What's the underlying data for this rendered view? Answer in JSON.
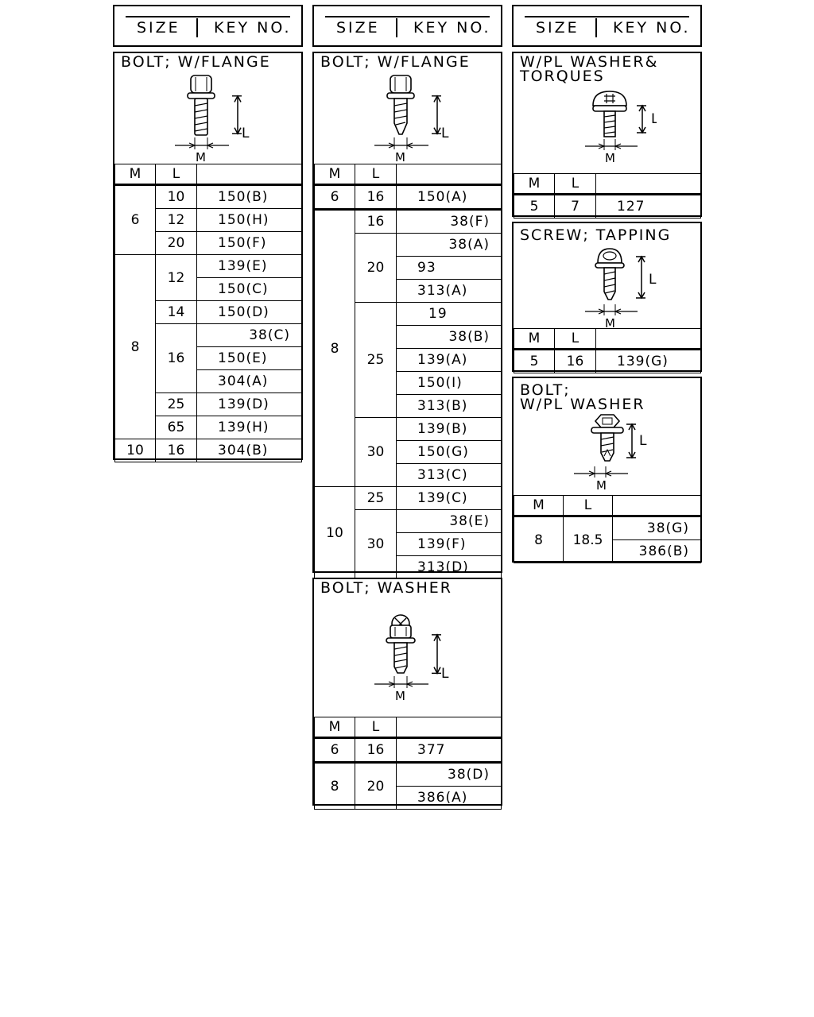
{
  "header": {
    "size_label": "SIZE",
    "key_label": "KEY NO."
  },
  "tables": {
    "m_label": "M",
    "l_label": "L"
  },
  "col1": {
    "bolt_flange": {
      "title": "BOLT; W/FLANGE",
      "rows": [
        {
          "m": "6",
          "l": "10",
          "key": "150(B)"
        },
        {
          "l": "12",
          "key": "150(H)"
        },
        {
          "l": "20",
          "key": "150(F)"
        },
        {
          "m": "8",
          "l": "12",
          "key": "139(E)"
        },
        {
          "key": "150(C)"
        },
        {
          "l": "14",
          "key": "150(D)"
        },
        {
          "l": "16",
          "key": "38(C)"
        },
        {
          "key": "150(E)"
        },
        {
          "key": "304(A)"
        },
        {
          "l": "25",
          "key": "139(D)"
        },
        {
          "l": "65",
          "key": "139(H)"
        },
        {
          "m": "10",
          "l": "16",
          "key": "304(B)"
        }
      ]
    }
  },
  "col2": {
    "bolt_flange": {
      "title": "BOLT; W/FLANGE",
      "rows": [
        {
          "m": "6",
          "l": "16",
          "key": "150(A)"
        },
        {
          "m": "8",
          "l": "16",
          "key": "38(F)"
        },
        {
          "l": "20",
          "key": "38(A)"
        },
        {
          "key": "93"
        },
        {
          "key": "313(A)"
        },
        {
          "l": "25",
          "key": "19"
        },
        {
          "key": "38(B)"
        },
        {
          "key": "139(A)"
        },
        {
          "key": "150(I)"
        },
        {
          "key": "313(B)"
        },
        {
          "l": "30",
          "key": "139(B)"
        },
        {
          "key": "150(G)"
        },
        {
          "key": "313(C)"
        },
        {
          "m": "10",
          "l": "25",
          "key": "139(C)"
        },
        {
          "l": "30",
          "key": "38(E)"
        },
        {
          "key": "139(F)"
        },
        {
          "key": "313(D)"
        }
      ]
    },
    "bolt_washer": {
      "title": "BOLT; WASHER",
      "rows": [
        {
          "m": "6",
          "l": "16",
          "key": "377"
        },
        {
          "m": "8",
          "l": "20",
          "key": "38(D)"
        },
        {
          "key": "386(A)"
        }
      ]
    }
  },
  "col3": {
    "wpl_washer_torques": {
      "title": "W/PL WASHER&\nTORQUES",
      "rows": [
        {
          "m": "5",
          "l": "7",
          "key": "127"
        }
      ]
    },
    "screw_tapping": {
      "title": "SCREW; TAPPING",
      "rows": [
        {
          "m": "5",
          "l": "16",
          "key": "139(G)"
        }
      ]
    },
    "bolt_wpl_washer": {
      "title": "BOLT;\nW/PL WASHER",
      "rows": [
        {
          "m": "8",
          "l": "18.5",
          "key": "38(G)"
        },
        {
          "key": "386(B)"
        }
      ]
    }
  },
  "figure_labels": {
    "length": "L",
    "diameter": "M"
  }
}
